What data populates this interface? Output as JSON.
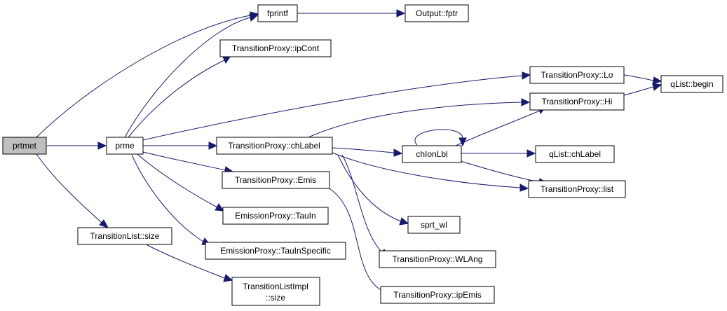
{
  "colors": {
    "edge": "#191970",
    "root_fill": "#bfbfbf",
    "node_fill": "#ffffff",
    "node_border": "#000000"
  },
  "nodes": {
    "prtmet": "prtmet",
    "prme": "prme",
    "fprintf": "fprintf",
    "output_fptr": "Output::fptr",
    "ipcont": "TransitionProxy::ipCont",
    "tp_lo": "TransitionProxy::Lo",
    "qlist_begin": "qList::begin",
    "tp_hi": "TransitionProxy::Hi",
    "tp_chlabel": "TransitionProxy::chLabel",
    "chionlbl": "chIonLbl",
    "qlist_chlabel": "qList::chLabel",
    "tp_emis": "TransitionProxy::Emis",
    "tp_list": "TransitionProxy::list",
    "ep_tauin": "EmissionProxy::TauIn",
    "sprt_wl": "sprt_wl",
    "tlist_size": "TransitionList::size",
    "ep_tauinspecific": "EmissionProxy::TauInSpecific",
    "tp_wlang": "TransitionProxy::WLAng",
    "tlistimpl_size_line1": "TransitionListImpl",
    "tlistimpl_size_line2": "::size",
    "tp_ipemis": "TransitionProxy::ipEmis"
  }
}
